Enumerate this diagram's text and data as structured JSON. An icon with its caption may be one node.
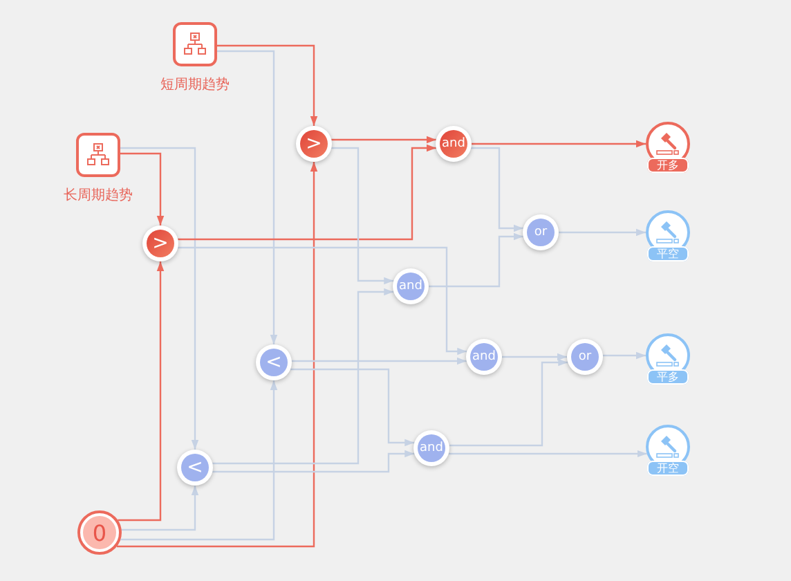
{
  "diagram": {
    "nodes": [
      {
        "text": [
          "短周期趋势"
        ]
      },
      {
        "text": [
          "长周期趋势"
        ]
      },
      {
        "text": [
          ">"
        ]
      },
      {
        "text": [
          ">"
        ]
      },
      {
        "text": [
          "and"
        ]
      },
      {
        "text": [
          "or"
        ]
      },
      {
        "text": [
          "and"
        ]
      },
      {
        "text": [
          "<"
        ]
      },
      {
        "text": [
          "and"
        ]
      },
      {
        "text": [
          "or"
        ]
      },
      {
        "text": [
          "<"
        ]
      },
      {
        "text": [
          "and"
        ]
      },
      {
        "text": [
          "0"
        ]
      },
      {
        "text": [
          "开多"
        ]
      },
      {
        "text": [
          "平空"
        ]
      },
      {
        "text": [
          "平多"
        ]
      },
      {
        "text": [
          "开空"
        ]
      }
    ],
    "edges": [
      {
        "from": 0,
        "to": 2,
        "arrow": "to",
        "color": "#ec6a5c"
      },
      {
        "from": 0,
        "to": 7,
        "arrow": "to"
      },
      {
        "from": 1,
        "to": 3,
        "arrow": "to",
        "color": "#ec6a5c"
      },
      {
        "from": 1,
        "to": 10,
        "arrow": "to"
      },
      {
        "from": 12,
        "to": 3,
        "arrow": "to",
        "color": "#ec6a5c"
      },
      {
        "from": 12,
        "to": 10,
        "arrow": "to"
      },
      {
        "from": 12,
        "to": 7,
        "arrow": "to"
      },
      {
        "from": 12,
        "to": 2,
        "arrow": "to",
        "color": "#ec6a5c"
      },
      {
        "from": 2,
        "to": 4,
        "arrow": "to",
        "color": "#ec6a5c"
      },
      {
        "from": 3,
        "to": 4,
        "arrow": "to",
        "color": "#ec6a5c"
      },
      {
        "from": 2,
        "to": 6,
        "arrow": "to"
      },
      {
        "from": 3,
        "to": 8,
        "arrow": "to"
      },
      {
        "from": 4,
        "to": 5,
        "arrow": "to"
      },
      {
        "from": 6,
        "to": 5,
        "arrow": "to"
      },
      {
        "from": 5,
        "to": 14,
        "arrow": "to"
      },
      {
        "from": 4,
        "to": 13,
        "arrow": "to",
        "color": "#ec6a5c"
      },
      {
        "from": 7,
        "to": 8,
        "arrow": "to"
      },
      {
        "from": 7,
        "to": 11,
        "arrow": "to"
      },
      {
        "from": 10,
        "to": 6,
        "arrow": "to"
      },
      {
        "from": 10,
        "to": 11,
        "arrow": "to"
      },
      {
        "from": 8,
        "to": 9,
        "arrow": "to"
      },
      {
        "from": 11,
        "to": 9,
        "arrow": "to"
      },
      {
        "from": 9,
        "to": 15,
        "arrow": "to"
      },
      {
        "from": 11,
        "to": 16,
        "arrow": "to"
      }
    ]
  }
}
